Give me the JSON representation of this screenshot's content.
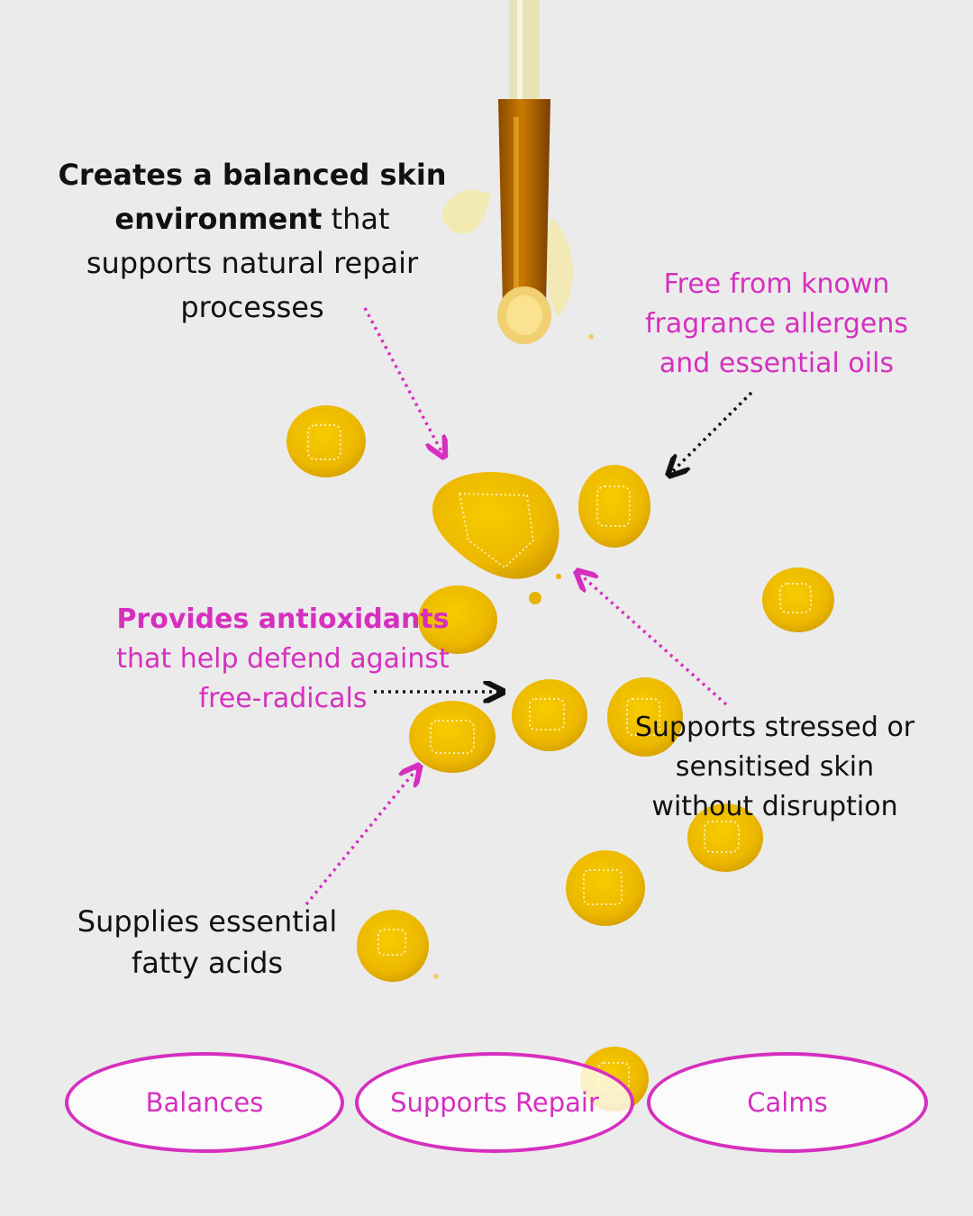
{
  "colors": {
    "background": "#ebebeb",
    "accent_pink": "#d62fbf",
    "text_dark": "#111111",
    "oil": "#f2c300",
    "oil_dark": "#d49d00"
  },
  "callouts": {
    "balanced": {
      "bold": "Creates a balanced skin environment",
      "rest": " that supports natural repair processes"
    },
    "fragrance": {
      "text": "Free from known fragrance allergens and essential oils"
    },
    "antioxidants": {
      "bold": "Provides antioxidants",
      "rest": " that help defend against free-radicals"
    },
    "stressed": {
      "text": "Supports stressed or sensitised skin without disruption"
    },
    "fatty": {
      "text": "Supplies essential fatty acids"
    }
  },
  "badges": {
    "balances": "Balances",
    "supports_repair": "Supports Repair",
    "calms": "Calms"
  }
}
